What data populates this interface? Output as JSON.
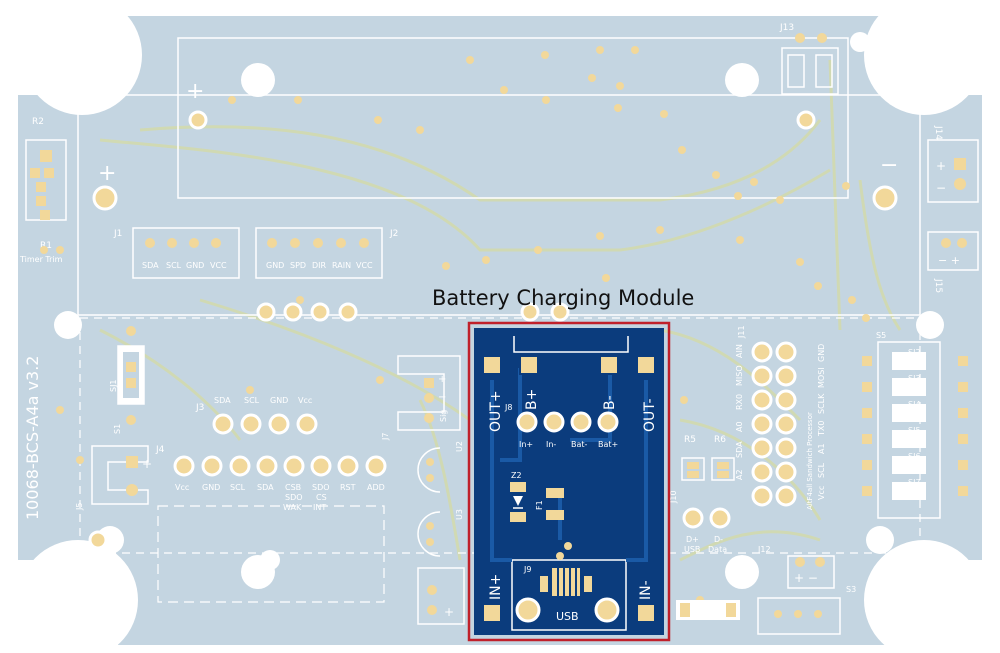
{
  "title": "Battery Charging Module",
  "board_version": "10068-BCS-A4a v3.2",
  "colors": {
    "board": "#c4d5e1",
    "module": "#0b3c7d",
    "highlight": "#c0202a",
    "pad": "#f2d89a",
    "trace": "#d8d89a",
    "silkscreen": "#ffffff"
  },
  "labels": {
    "r2": "R2",
    "r1": "R1",
    "timer_trim": "Timer Trim",
    "j1": "J1",
    "j1_pins": [
      "SDA",
      "SCL",
      "GND",
      "VCC"
    ],
    "j2": "J2",
    "j2_pins": [
      "GND",
      "SPD",
      "DIR",
      "RAIN",
      "VCC"
    ],
    "j3": "J3",
    "j3_pins": [
      "SDA",
      "SCL",
      "GND",
      "Vcc"
    ],
    "j4": "J4",
    "j4_pins": [
      "Vcc",
      "GND",
      "SCL",
      "SDA",
      "CSB",
      "SDO",
      "RST",
      "ADD"
    ],
    "j4_sub1": "SDO",
    "j4_sub2": "WAK",
    "j4_sub3": "CS",
    "j4_sub4": "INT",
    "j5": "J5",
    "j7": "J7",
    "j8": "J8",
    "j9": "J9",
    "j10": "J10",
    "j11": "J11",
    "j12": "J12",
    "j13": "J13",
    "j14": "J14",
    "j15": "J15",
    "s1": "S1",
    "s3": "S3",
    "s5": "S5",
    "sj1": "SJ1",
    "sj_labels": [
      "SJ2",
      "SJ3",
      "SJ4",
      "SJ5",
      "SJ6",
      "SJ7"
    ],
    "r5": "R5",
    "r6": "R6",
    "u2": "U2",
    "u3": "U3",
    "sig": "Sig",
    "z2": "Z2",
    "f1": "F1",
    "out_plus": "OUT+",
    "out_minus": "OUT-",
    "b_plus": "B+",
    "b_minus": "B-",
    "in_plus": "IN+",
    "in_minus": "IN-",
    "usb": "USB",
    "j8_pins": [
      "In+",
      "In-",
      "Bat-",
      "Bat+"
    ],
    "j11_rows": [
      "AIN",
      "MISO",
      "RX0",
      "A0",
      "SDA",
      "A2"
    ],
    "j11_rows2": [
      "GND",
      "MOSI",
      "SCLK",
      "TX0",
      "A1",
      "SCL",
      "Vcc"
    ],
    "j11_mid": "AltF4all Sandwich Processor",
    "j10_labels": [
      "D+",
      "D-",
      "USB",
      "Data"
    ],
    "plus": "+",
    "minus": "−"
  }
}
